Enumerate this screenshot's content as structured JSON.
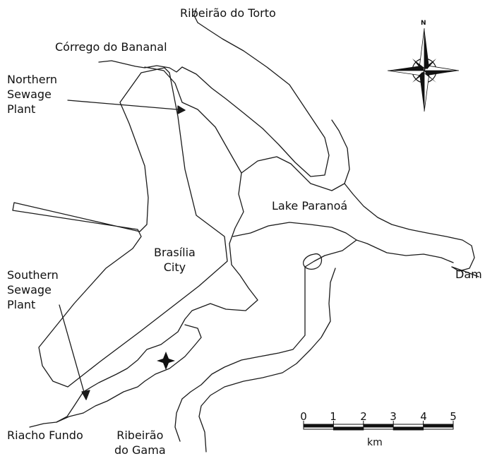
{
  "labels": {
    "ribeirao_torto": "Ribeirão do Torto",
    "corrego_bananal": "Córrego do Bananal",
    "northern_plant": "Northern\nSewage\nPlant",
    "lake": "Lake Paranoá",
    "brasilia": "Brasília\nCity",
    "southern_plant": "Southern\nSewage\nPlant",
    "dam": "Dam",
    "riacho_fundo": "Riacho Fundo",
    "ribeirao_gama": "Ribeirão\ndo Gama"
  },
  "compass": {
    "north": "N"
  },
  "scale": {
    "ticks": [
      "0",
      "1",
      "2",
      "3",
      "4",
      "5"
    ],
    "unit": "km"
  },
  "colors": {
    "line": "#1a1a1a",
    "marker": "#111111"
  },
  "icons": {
    "compass": "compass-rose-icon",
    "marker": "star-marker-icon"
  }
}
